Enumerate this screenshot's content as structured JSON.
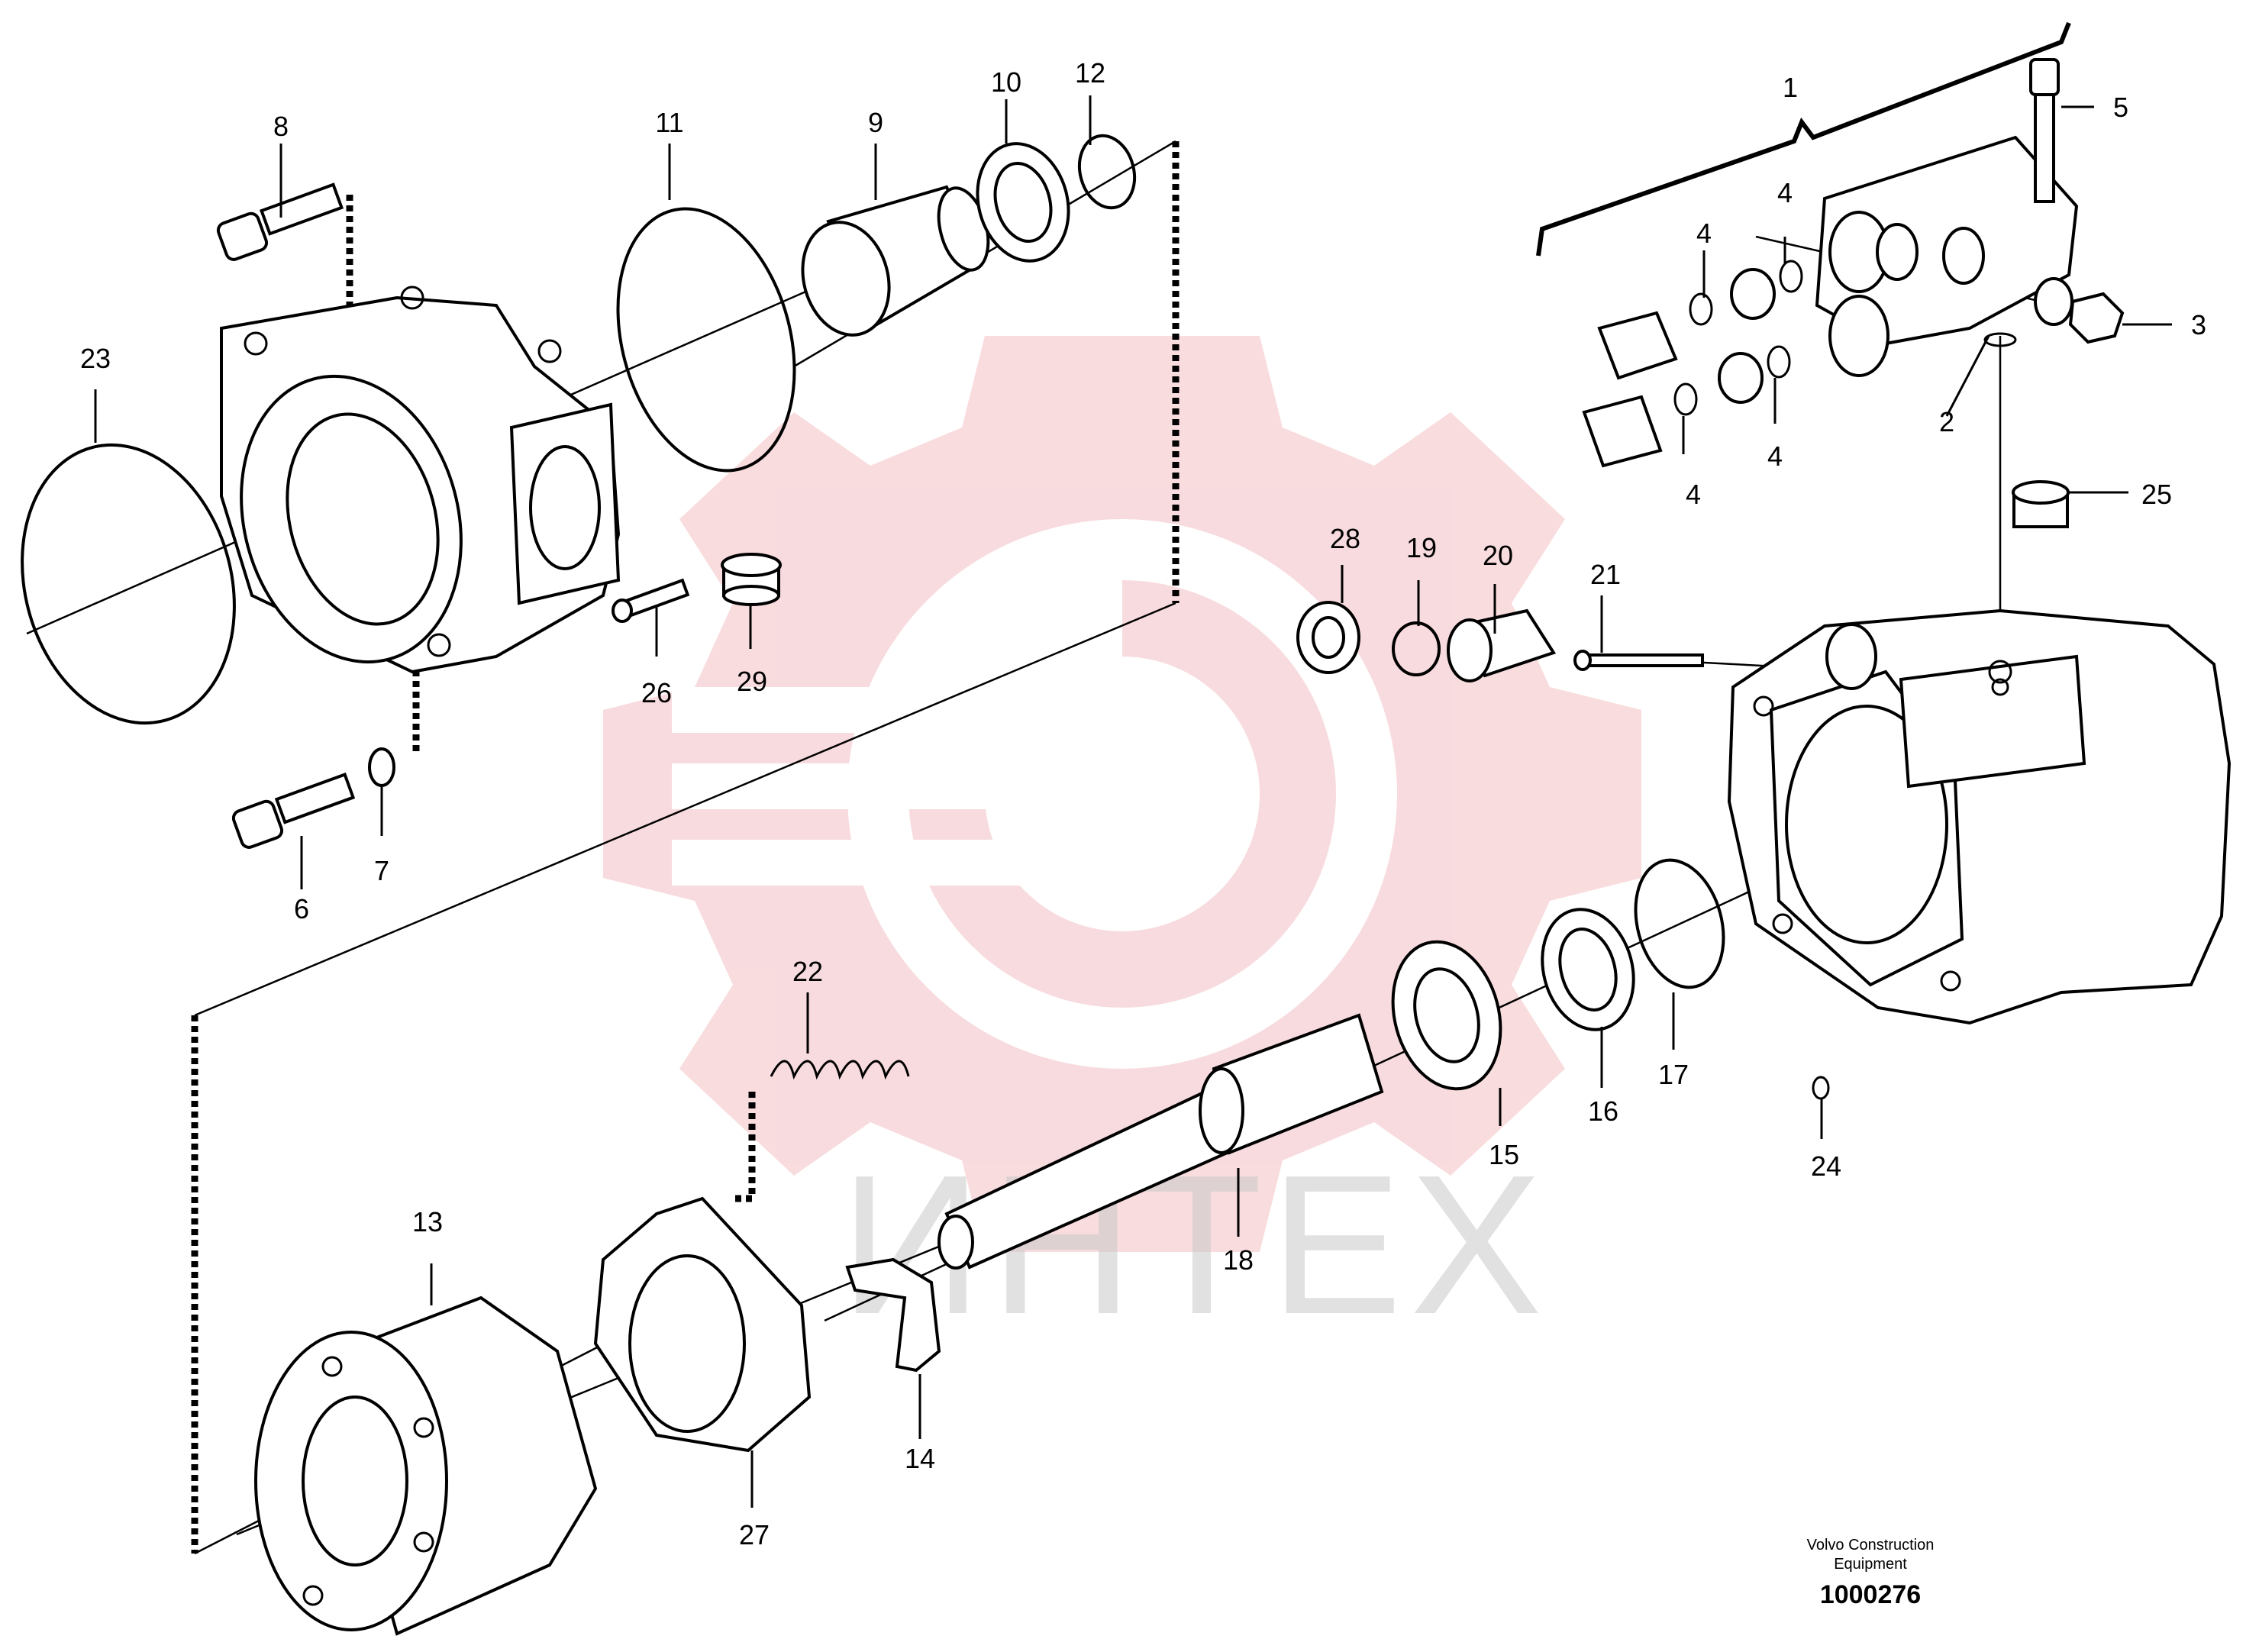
{
  "part_numbers": [
    "1",
    "2",
    "3",
    "4",
    "4",
    "4",
    "4",
    "5",
    "6",
    "7",
    "8",
    "9",
    "10",
    "11",
    "12",
    "13",
    "14",
    "15",
    "16",
    "17",
    "18",
    "19",
    "20",
    "21",
    "22",
    "23",
    "24",
    "25",
    "26",
    "27",
    "28",
    "29"
  ],
  "watermark": {
    "text": "ИНТЕХ",
    "color": "#f7d3d6"
  },
  "footer": {
    "brand": "Volvo Construction",
    "brand_line2": "Equipment",
    "drawing_number": "1000276"
  }
}
